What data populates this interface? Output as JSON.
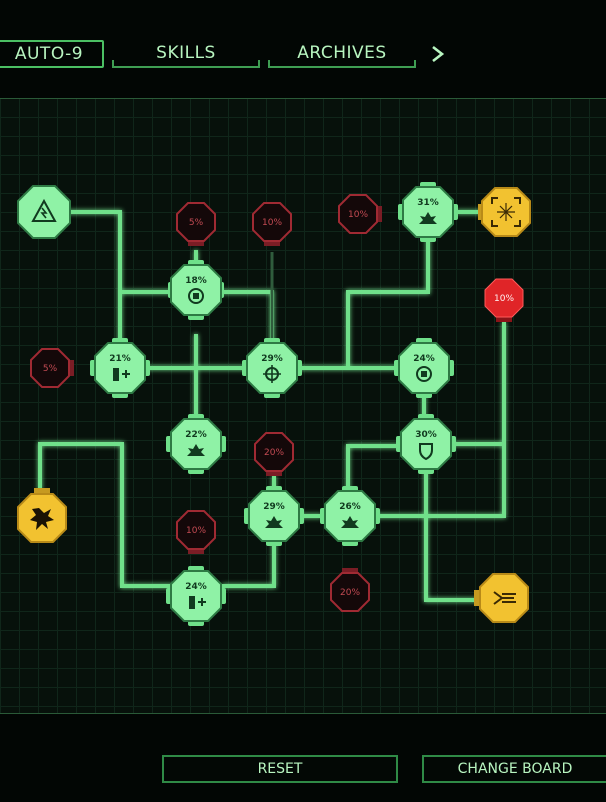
{
  "tabs": [
    {
      "label": "AUTO-9",
      "active": true
    },
    {
      "label": "SKILLS",
      "active": false
    },
    {
      "label": "ARCHIVES",
      "active": false
    }
  ],
  "next_icon": "chevron-right-icon",
  "colors": {
    "active_node": "#8ff2a6",
    "locked_node": "#a02a33",
    "special_node": "#f2c230",
    "warning_node": "#e02528",
    "link": "#6fe08a"
  },
  "nodes": [
    {
      "id": "n-shock",
      "type": "special-active",
      "label": "",
      "icon": "lightning-icon"
    },
    {
      "id": "n-18",
      "type": "active",
      "label": "18%",
      "icon": "reload-icon"
    },
    {
      "id": "n-5a",
      "type": "locked",
      "label": "5%",
      "icon": ""
    },
    {
      "id": "n-10a",
      "type": "locked",
      "label": "10%",
      "icon": ""
    },
    {
      "id": "n-10b",
      "type": "locked",
      "label": "10%",
      "icon": ""
    },
    {
      "id": "n-31",
      "type": "active",
      "label": "31%",
      "icon": "burst-icon"
    },
    {
      "id": "n-target",
      "type": "special",
      "label": "",
      "icon": "target-burst-icon"
    },
    {
      "id": "n-10red",
      "type": "warning",
      "label": "10%",
      "icon": ""
    },
    {
      "id": "n-5b",
      "type": "locked",
      "label": "5%",
      "icon": ""
    },
    {
      "id": "n-21",
      "type": "active",
      "label": "21%",
      "icon": "ammo-plus-icon"
    },
    {
      "id": "n-29a",
      "type": "active",
      "label": "29%",
      "icon": "crosshair-icon"
    },
    {
      "id": "n-24a",
      "type": "active",
      "label": "24%",
      "icon": "reload-icon"
    },
    {
      "id": "n-22",
      "type": "active",
      "label": "22%",
      "icon": "burst-icon"
    },
    {
      "id": "n-30",
      "type": "active",
      "label": "30%",
      "icon": "shield-icon"
    },
    {
      "id": "n-20a",
      "type": "locked",
      "label": "20%",
      "icon": ""
    },
    {
      "id": "n-splat",
      "type": "special",
      "label": "",
      "icon": "splat-icon"
    },
    {
      "id": "n-29b",
      "type": "active",
      "label": "29%",
      "icon": "burst-icon"
    },
    {
      "id": "n-26",
      "type": "active",
      "label": "26%",
      "icon": "burst-icon"
    },
    {
      "id": "n-10c",
      "type": "locked",
      "label": "10%",
      "icon": ""
    },
    {
      "id": "n-20b",
      "type": "locked",
      "label": "20%",
      "icon": ""
    },
    {
      "id": "n-24b",
      "type": "active",
      "label": "24%",
      "icon": "ammo-plus-icon"
    },
    {
      "id": "n-dash",
      "type": "special",
      "label": "",
      "icon": "dash-icon"
    }
  ],
  "buttons": {
    "reset": "RESET",
    "change_board": "CHANGE BOARD"
  }
}
